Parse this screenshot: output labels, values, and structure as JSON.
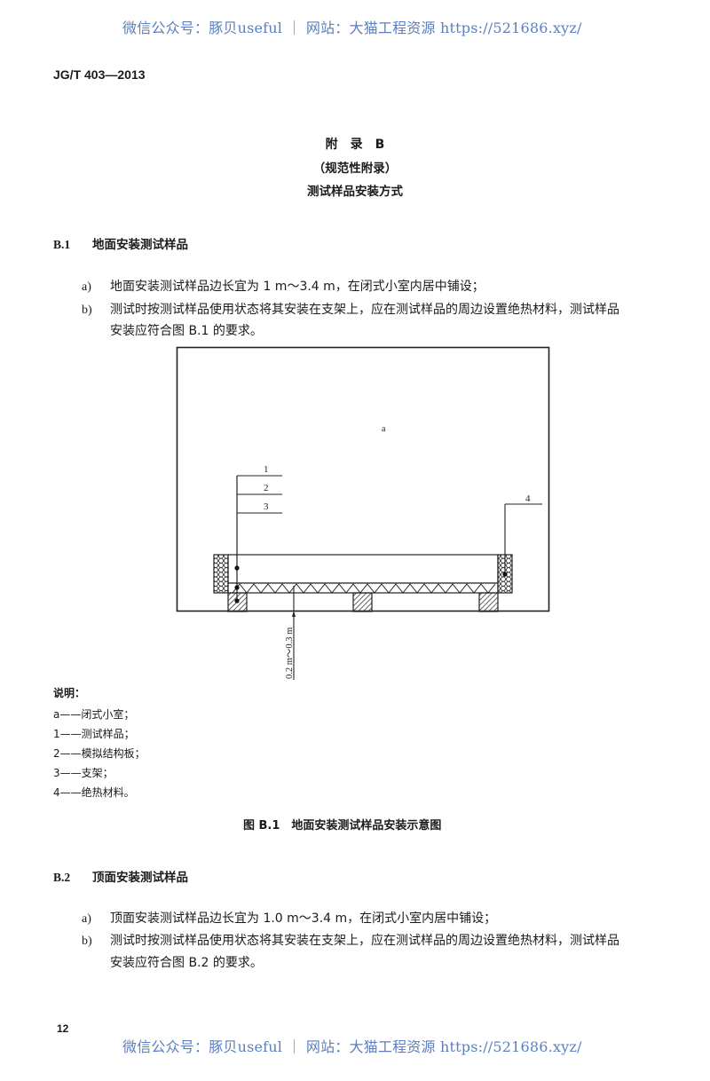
{
  "watermark": {
    "top": "微信公众号：豚贝useful ｜ 网站：大猫工程资源 https://521686.xyz/",
    "bottom": "微信公众号：豚贝useful ｜ 网站：大猫工程资源 https://521686.xyz/",
    "color": "#5b7fbf"
  },
  "header": {
    "standard_code": "JG/T 403—2013"
  },
  "appendix": {
    "title": "附　录　B",
    "subtitle": "（规范性附录）",
    "name": "测试样品安装方式"
  },
  "sections": [
    {
      "number": "B.1",
      "title": "地面安装测试样品",
      "items": [
        {
          "mark": "a)",
          "lines": [
            "地面安装测试样品边长宜为 1 m～3.4 m，在闭式小室内居中铺设；"
          ]
        },
        {
          "mark": "b)",
          "lines": [
            "测试时按测试样品使用状态将其安装在支架上，应在测试样品的周边设置绝热材料，测试样品",
            "安装应符合图 B.1 的要求。"
          ]
        }
      ]
    },
    {
      "number": "B.2",
      "title": "顶面安装测试样品",
      "items": [
        {
          "mark": "a)",
          "lines": [
            "顶面安装测试样品边长宜为 1.0 m～3.4 m，在闭式小室内居中铺设；"
          ]
        },
        {
          "mark": "b)",
          "lines": [
            "测试时按测试样品使用状态将其安装在支架上，应在测试样品的周边设置绝热材料，测试样品",
            "安装应符合图 B.2 的要求。"
          ]
        }
      ]
    }
  ],
  "figure": {
    "labels": {
      "chamber": "a",
      "l1": "1",
      "l2": "2",
      "l3": "3",
      "l4": "4"
    },
    "dimension": "0.2 m～0.3 m",
    "caption": "图 B.1　地面安装测试样品安装示意图"
  },
  "legend": {
    "title": "说明：",
    "entries": [
      {
        "key": "a",
        "text": "——闭式小室；"
      },
      {
        "key": "1",
        "text": "——测试样品；"
      },
      {
        "key": "2",
        "text": "——模拟结构板；"
      },
      {
        "key": "3",
        "text": "——支架；"
      },
      {
        "key": "4",
        "text": "——绝热材料。"
      }
    ]
  },
  "footer": {
    "page_number": "12"
  }
}
